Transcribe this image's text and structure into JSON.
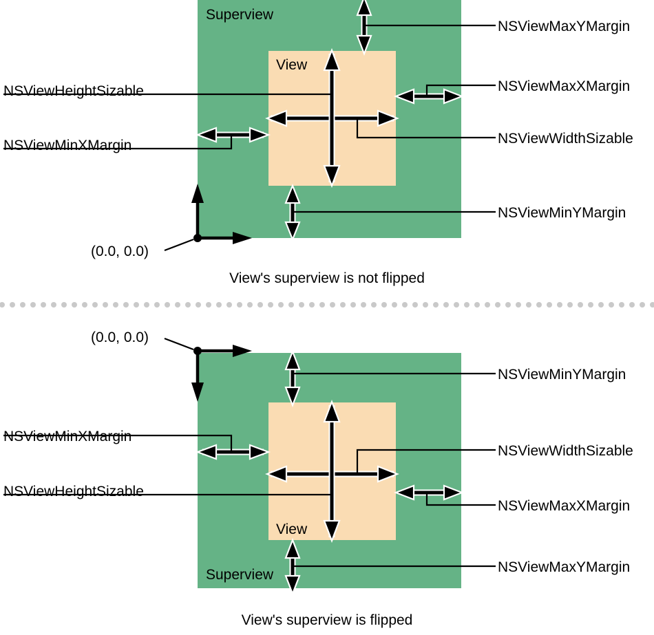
{
  "meta": {
    "colors": {
      "superview_fill": "#65b386",
      "view_fill": "#fadcb3",
      "stroke": "#000000",
      "halo": "#ffffff",
      "divider_dot": "#c9c9c9",
      "background": "#ffffff"
    }
  },
  "diagram_top": {
    "superview_label": "Superview",
    "view_label": "View",
    "origin_label": "(0.0, 0.0)",
    "caption": "View's superview is not flipped",
    "labels": {
      "max_y_margin": "NSViewMaxYMargin",
      "max_x_margin": "NSViewMaxXMargin",
      "width_sizable": "NSViewWidthSizable",
      "min_y_margin": "NSViewMinYMargin",
      "height_sizable": "NSViewHeightSizable",
      "min_x_margin": "NSViewMinXMargin"
    }
  },
  "diagram_bottom": {
    "superview_label": "Superview",
    "view_label": "View",
    "origin_label": "(0.0, 0.0)",
    "caption": "View's superview is flipped",
    "labels": {
      "min_y_margin": "NSViewMinYMargin",
      "width_sizable": "NSViewWidthSizable",
      "max_x_margin": "NSViewMaxXMargin",
      "max_y_margin": "NSViewMaxYMargin",
      "min_x_margin": "NSViewMinXMargin",
      "height_sizable": "NSViewHeightSizable"
    }
  }
}
